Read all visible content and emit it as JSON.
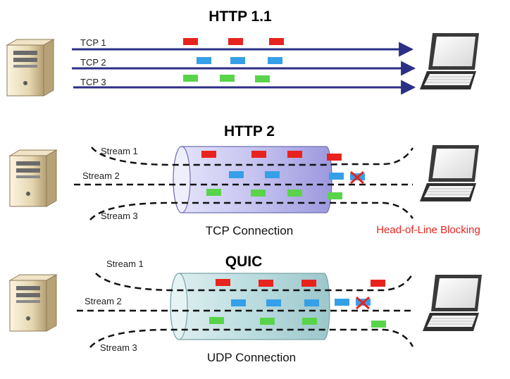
{
  "sections": {
    "http11": {
      "title": "HTTP 1.1",
      "lanes": [
        {
          "label": "TCP 1",
          "color": "#e8231e"
        },
        {
          "label": "TCP 2",
          "color": "#35a0e8"
        },
        {
          "label": "TCP 3",
          "color": "#59d44a"
        }
      ]
    },
    "http2": {
      "title": "HTTP 2",
      "streams": [
        "Stream 1",
        "Stream 2",
        "Stream 3"
      ],
      "connection_label": "TCP Connection",
      "blocking_label": "Head-of-Line Blocking"
    },
    "quic": {
      "title": "QUIC",
      "streams": [
        "Stream 1",
        "Stream 2",
        "Stream 3"
      ],
      "connection_label": "UDP Connection"
    }
  },
  "colors": {
    "arrow": "#2c2f86",
    "red_packet": "#e8231e",
    "blue_packet": "#35a0e8",
    "green_packet": "#59d44a",
    "blocking_text": "#e8231e",
    "tcp_pipe": "#c9c7f2",
    "udp_pipe": "#bcdde0"
  },
  "icons": {
    "sender": "server-tower-icon",
    "receiver": "laptop-icon",
    "drop_marker": "x-cross-icon"
  }
}
